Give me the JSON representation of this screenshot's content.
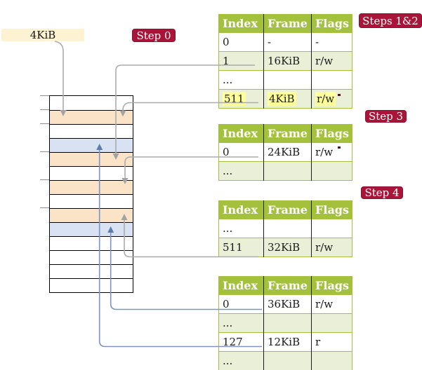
{
  "page_box": {
    "label": "4KiB"
  },
  "badges": {
    "step0": "Step 0",
    "steps12": "Steps 1&2",
    "step3": "Step 3",
    "step4": "Step 4"
  },
  "tables": [
    {
      "name": "page-table-steps-1-2",
      "columns": [
        "Index",
        "Frame",
        "Flags"
      ],
      "rows": [
        {
          "cells": [
            "0",
            "-",
            "-"
          ],
          "shaded": false,
          "highlight": false
        },
        {
          "cells": [
            "1",
            "16KiB",
            "r/w"
          ],
          "shaded": true,
          "highlight": false
        },
        {
          "cells": [
            "...",
            "",
            ""
          ],
          "shaded": false,
          "highlight": false
        },
        {
          "cells": [
            "511",
            "4KiB",
            "r/w"
          ],
          "shaded": true,
          "highlight": true
        }
      ]
    },
    {
      "name": "page-table-step-3",
      "columns": [
        "Index",
        "Frame",
        "Flags"
      ],
      "rows": [
        {
          "cells": [
            "0",
            "24KiB",
            "r/w"
          ],
          "shaded": false,
          "highlight": false
        },
        {
          "cells": [
            "...",
            "",
            ""
          ],
          "shaded": true,
          "highlight": false
        }
      ]
    },
    {
      "name": "page-table-step-4-upper",
      "columns": [
        "Index",
        "Frame",
        "Flags"
      ],
      "rows": [
        {
          "cells": [
            "...",
            "",
            ""
          ],
          "shaded": false,
          "highlight": false
        },
        {
          "cells": [
            "511",
            "32KiB",
            "r/w"
          ],
          "shaded": true,
          "highlight": false
        }
      ]
    },
    {
      "name": "page-table-step-4-lower",
      "columns": [
        "Index",
        "Frame",
        "Flags"
      ],
      "rows": [
        {
          "cells": [
            "0",
            "36KiB",
            "r/w"
          ],
          "shaded": false,
          "highlight": false
        },
        {
          "cells": [
            "...",
            "",
            ""
          ],
          "shaded": true,
          "highlight": false
        },
        {
          "cells": [
            "127",
            "12KiB",
            "r"
          ],
          "shaded": false,
          "highlight": false
        },
        {
          "cells": [
            "...",
            "",
            ""
          ],
          "shaded": true,
          "highlight": false
        }
      ]
    }
  ],
  "memory": {
    "row_colors": [
      "white",
      "orange",
      "white",
      "blue_row",
      "orange",
      "white",
      "orange",
      "white",
      "orange",
      "blue_row",
      "white",
      "white",
      "white",
      "white"
    ],
    "tick_rows": [
      0,
      1,
      2,
      4,
      6,
      8
    ]
  },
  "connectors": [
    {
      "from": "page-size-box",
      "to_frame_row": 1,
      "color": "gray"
    },
    {
      "from": "table1-entry-1-16KiB",
      "to_frame_row": 4,
      "color": "gray"
    },
    {
      "from": "table1-entry-511-4KiB",
      "to_frame_row": 1,
      "color": "gray"
    },
    {
      "from": "table2-entry-0-24KiB",
      "to_frame_row": 6,
      "color": "gray"
    },
    {
      "from": "table3-entry-511-32KiB",
      "to_frame_row": 8,
      "color": "gray"
    },
    {
      "from": "table4-entry-0-36KiB",
      "to_frame_row": 9,
      "color": "blue"
    },
    {
      "from": "table4-entry-127-12KiB",
      "to_frame_row": 3,
      "color": "blue"
    }
  ],
  "colors": {
    "header_green": "#a4c13e",
    "row_green": "#eaefd8",
    "white": "#ffffff",
    "orange": "#fbe3c8",
    "blue_row": "#d9e2f3",
    "cream": "#fdf2d2",
    "badge_red": "#a81538",
    "highlight_yellow": "#ffff9c",
    "gray": "#ababab",
    "gray_head": "#a3a3a3",
    "blue": "#7b94c4",
    "blue_head": "#5d7cab",
    "red_dash": "#58101f",
    "cell_border_green": "#a4c13e"
  }
}
